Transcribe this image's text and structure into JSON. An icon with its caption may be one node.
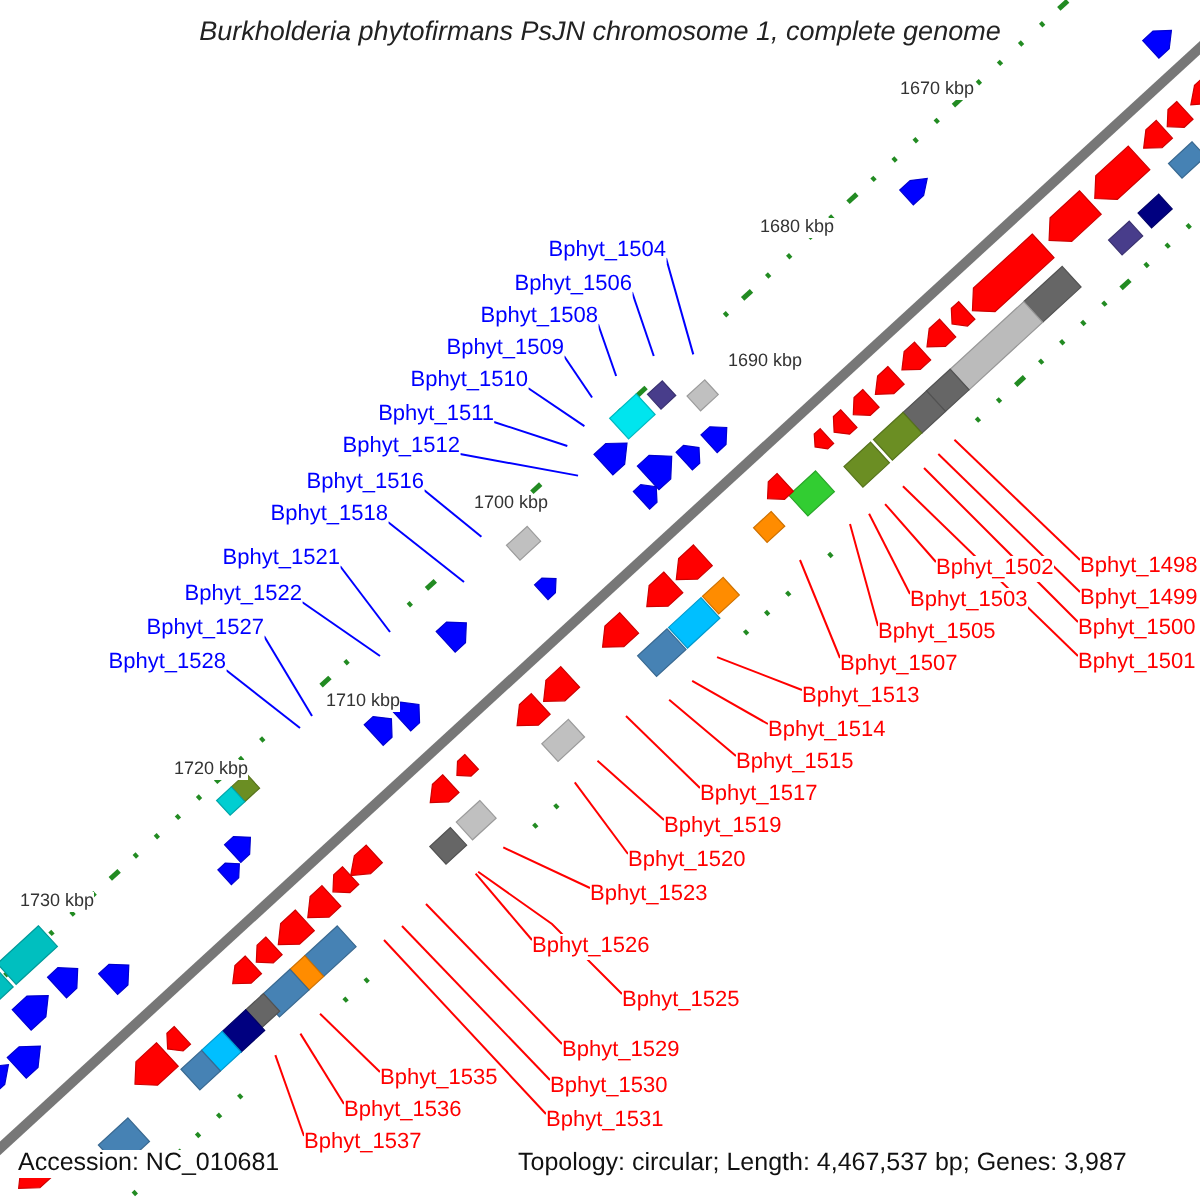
{
  "diagram": {
    "title": "Burkholderia phytofirmans PsJN chromosome 1, complete genome",
    "nodes": [
      {
        "text": [
          "Bphyt_1504"
        ]
      },
      {
        "text": [
          "Bphyt_1506"
        ]
      },
      {
        "text": [
          "Bphyt_1508"
        ]
      },
      {
        "text": [
          "Bphyt_1509"
        ]
      },
      {
        "text": [
          "Bphyt_1510"
        ]
      },
      {
        "text": [
          "Bphyt_1511"
        ]
      },
      {
        "text": [
          "Bphyt_1512"
        ]
      },
      {
        "text": [
          "Bphyt_1516"
        ]
      },
      {
        "text": [
          "Bphyt_1518"
        ]
      },
      {
        "text": [
          "Bphyt_1521"
        ]
      },
      {
        "text": [
          "Bphyt_1522"
        ]
      },
      {
        "text": [
          "Bphyt_1527"
        ]
      },
      {
        "text": [
          "Bphyt_1528"
        ]
      },
      {
        "text": [
          "Bphyt_1498"
        ]
      },
      {
        "text": [
          "Bphyt_1499"
        ]
      },
      {
        "text": [
          "Bphyt_1500"
        ]
      },
      {
        "text": [
          "Bphyt_1501"
        ]
      },
      {
        "text": [
          "Bphyt_1502"
        ]
      },
      {
        "text": [
          "Bphyt_1503"
        ]
      },
      {
        "text": [
          "Bphyt_1505"
        ]
      },
      {
        "text": [
          "Bphyt_1507"
        ]
      },
      {
        "text": [
          "Bphyt_1513"
        ]
      },
      {
        "text": [
          "Bphyt_1514"
        ]
      },
      {
        "text": [
          "Bphyt_1515"
        ]
      },
      {
        "text": [
          "Bphyt_1517"
        ]
      },
      {
        "text": [
          "Bphyt_1519"
        ]
      },
      {
        "text": [
          "Bphyt_1520"
        ]
      },
      {
        "text": [
          "Bphyt_1523"
        ]
      },
      {
        "text": [
          "Bphyt_1526"
        ]
      },
      {
        "text": [
          "Bphyt_1525"
        ]
      },
      {
        "text": [
          "Bphyt_1529"
        ]
      },
      {
        "text": [
          "Bphyt_1530"
        ]
      },
      {
        "text": [
          "Bphyt_1531"
        ]
      },
      {
        "text": [
          "Bphyt_1535"
        ]
      },
      {
        "text": [
          "Bphyt_1536"
        ]
      },
      {
        "text": [
          "Bphyt_1537"
        ]
      }
    ],
    "edges": [
      {
        "from": 0,
        "to": null,
        "arrow": "none",
        "color": "#0000ff"
      },
      {
        "from": 1,
        "to": null,
        "arrow": "none",
        "color": "#0000ff"
      },
      {
        "from": 2,
        "to": null,
        "arrow": "none",
        "color": "#0000ff"
      },
      {
        "from": 3,
        "to": null,
        "arrow": "none",
        "color": "#0000ff"
      },
      {
        "from": 4,
        "to": null,
        "arrow": "none",
        "color": "#0000ff"
      },
      {
        "from": 5,
        "to": null,
        "arrow": "none",
        "color": "#0000ff"
      },
      {
        "from": 6,
        "to": null,
        "arrow": "none",
        "color": "#0000ff"
      },
      {
        "from": 7,
        "to": null,
        "arrow": "none",
        "color": "#0000ff"
      },
      {
        "from": 8,
        "to": null,
        "arrow": "none",
        "color": "#0000ff"
      },
      {
        "from": 9,
        "to": null,
        "arrow": "none",
        "color": "#0000ff"
      },
      {
        "from": 10,
        "to": null,
        "arrow": "none",
        "color": "#0000ff"
      },
      {
        "from": 11,
        "to": null,
        "arrow": "none",
        "color": "#0000ff"
      },
      {
        "from": 12,
        "to": null,
        "arrow": "none",
        "color": "#0000ff"
      },
      {
        "from": 13,
        "to": null,
        "arrow": "none"
      },
      {
        "from": 14,
        "to": null,
        "arrow": "none"
      },
      {
        "from": 15,
        "to": null,
        "arrow": "none"
      },
      {
        "from": 16,
        "to": null,
        "arrow": "none"
      },
      {
        "from": 17,
        "to": null,
        "arrow": "none"
      },
      {
        "from": 18,
        "to": null,
        "arrow": "none"
      },
      {
        "from": 19,
        "to": null,
        "arrow": "none"
      },
      {
        "from": 20,
        "to": null,
        "arrow": "none"
      },
      {
        "from": 21,
        "to": null,
        "arrow": "none"
      },
      {
        "from": 22,
        "to": null,
        "arrow": "none"
      },
      {
        "from": 23,
        "to": null,
        "arrow": "none"
      },
      {
        "from": 24,
        "to": null,
        "arrow": "none"
      },
      {
        "from": 25,
        "to": null,
        "arrow": "none"
      },
      {
        "from": 26,
        "to": null,
        "arrow": "none"
      },
      {
        "from": 27,
        "to": null,
        "arrow": "none"
      },
      {
        "from": 28,
        "to": null,
        "arrow": "none"
      },
      {
        "from": 29,
        "to": null,
        "arrow": "none"
      },
      {
        "from": 30,
        "to": null,
        "arrow": "none"
      },
      {
        "from": 31,
        "to": null,
        "arrow": "none"
      },
      {
        "from": 32,
        "to": null,
        "arrow": "none"
      },
      {
        "from": 33,
        "to": null,
        "arrow": "none"
      },
      {
        "from": 34,
        "to": null,
        "arrow": "none"
      },
      {
        "from": 35,
        "to": null,
        "arrow": "none"
      }
    ],
    "labels": [
      "1670 kbp",
      "1680 kbp",
      "1690 kbp",
      "1700 kbp",
      "1710 kbp",
      "1720 kbp",
      "1730 kbp",
      "Accession: NC_010681",
      "Topology: circular; Length: 4,467,537 bp; Genes: 3,987"
    ]
  }
}
